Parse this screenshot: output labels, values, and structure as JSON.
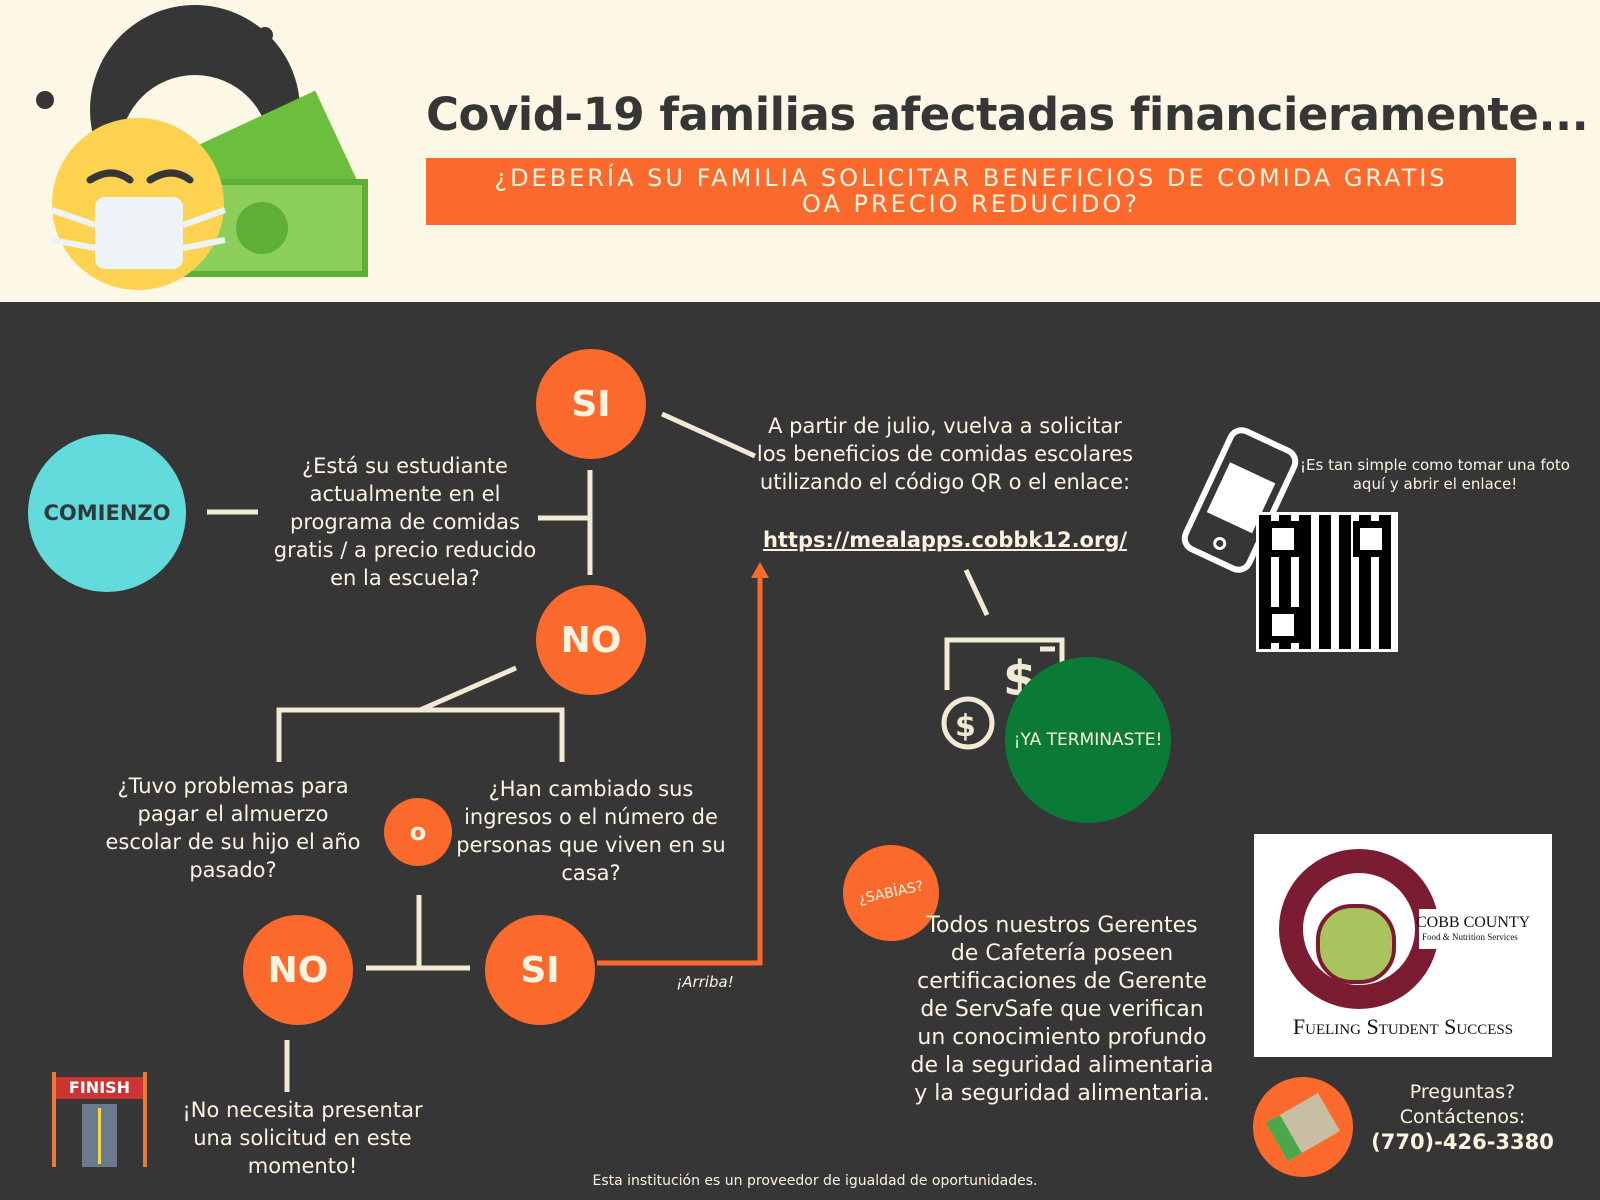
{
  "header": {
    "title": "Covid-19 familias afectadas financieramente...",
    "banner_line1": "¿DEBERÍA SU FAMILIA SOLICITAR BENEFICIOS DE COMIDA GRATIS",
    "banner_line2": "OA PRECIO REDUCIDO?"
  },
  "flow": {
    "start": "COMIENZO",
    "q1": "¿Está su estudiante actualmente en el programa de comidas gratis / a precio reducido en la escuela?",
    "yes1": "SI",
    "no1": "NO",
    "q2a": "¿Tuvo problemas para pagar el almuerzo escolar de su hijo el año pasado?",
    "or": "o",
    "q2b": "¿Han cambiado sus ingresos o el número de personas que viven en su casa?",
    "no2": "NO",
    "yes2": "SI",
    "up_label": "¡Arriba!",
    "no_result": "¡No necesita presentar una solicitud en este momento!",
    "yes_result": "A partir de julio, vuelva a solicitar los beneficios de comidas escolares utilizando el código QR o el enlace:",
    "link": "https://mealapps.cobbk12.org/",
    "done": "¡YA TERMINASTE!",
    "finish_sign": "FINISH"
  },
  "qr": {
    "caption": "¡Es tan simple como tomar una foto aquí y abrir el enlace!"
  },
  "fact": {
    "badge": "¿SABÍAS?",
    "text": "Todos nuestros Gerentes de Cafetería poseen certificaciones de Gerente de ServSafe que verifican un conocimiento profundo de la seguridad alimentaria y la seguridad alimentaria."
  },
  "logo": {
    "line1": "COBB COUNTY",
    "line2": "Food & Nutrition Services",
    "tagline": "Fueling Student Success"
  },
  "contact": {
    "line1": "Preguntas?",
    "line2": "Contáctenos:",
    "phone": "(770)-426-3380"
  },
  "footer": "Esta institución es un proveedor de igualdad de oportunidades.",
  "colors": {
    "orange": "#fb6a2c",
    "cyan": "#63dbdc",
    "green": "#0a7a36",
    "dark": "#363636",
    "cream": "#fdf8e6"
  }
}
